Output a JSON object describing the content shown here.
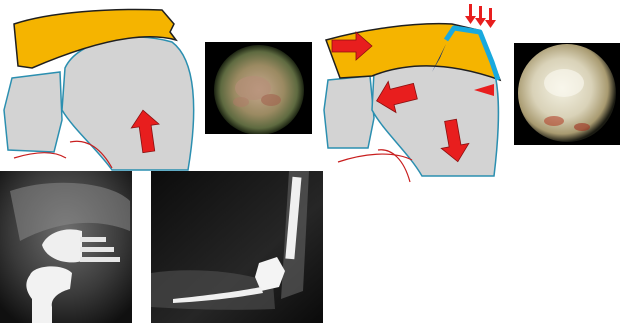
{
  "figure": {
    "panels": [
      {
        "id": "diagram-left",
        "type": "schematic",
        "subject": "shoulder-joint",
        "arrows": 1
      },
      {
        "id": "arthro-left",
        "type": "arthroscopy-photo"
      },
      {
        "id": "diagram-right",
        "type": "schematic",
        "subject": "shoulder-joint",
        "arrows": 6
      },
      {
        "id": "arthro-right",
        "type": "arthroscopy-photo"
      },
      {
        "id": "xray-left",
        "type": "radiograph",
        "subject": "shoulder-prosthesis"
      },
      {
        "id": "xray-right",
        "type": "radiograph",
        "subject": "elbow-prosthesis"
      }
    ]
  },
  "colors": {
    "bone": "#d3d3d3",
    "bone_outline": "#2b8fb0",
    "acromion": "#f5b400",
    "arrow": "#e81e1e",
    "highlight_blue": "#19a9de",
    "ligament": "#c81e1e",
    "dark_arrow": "#0a2a6e"
  }
}
